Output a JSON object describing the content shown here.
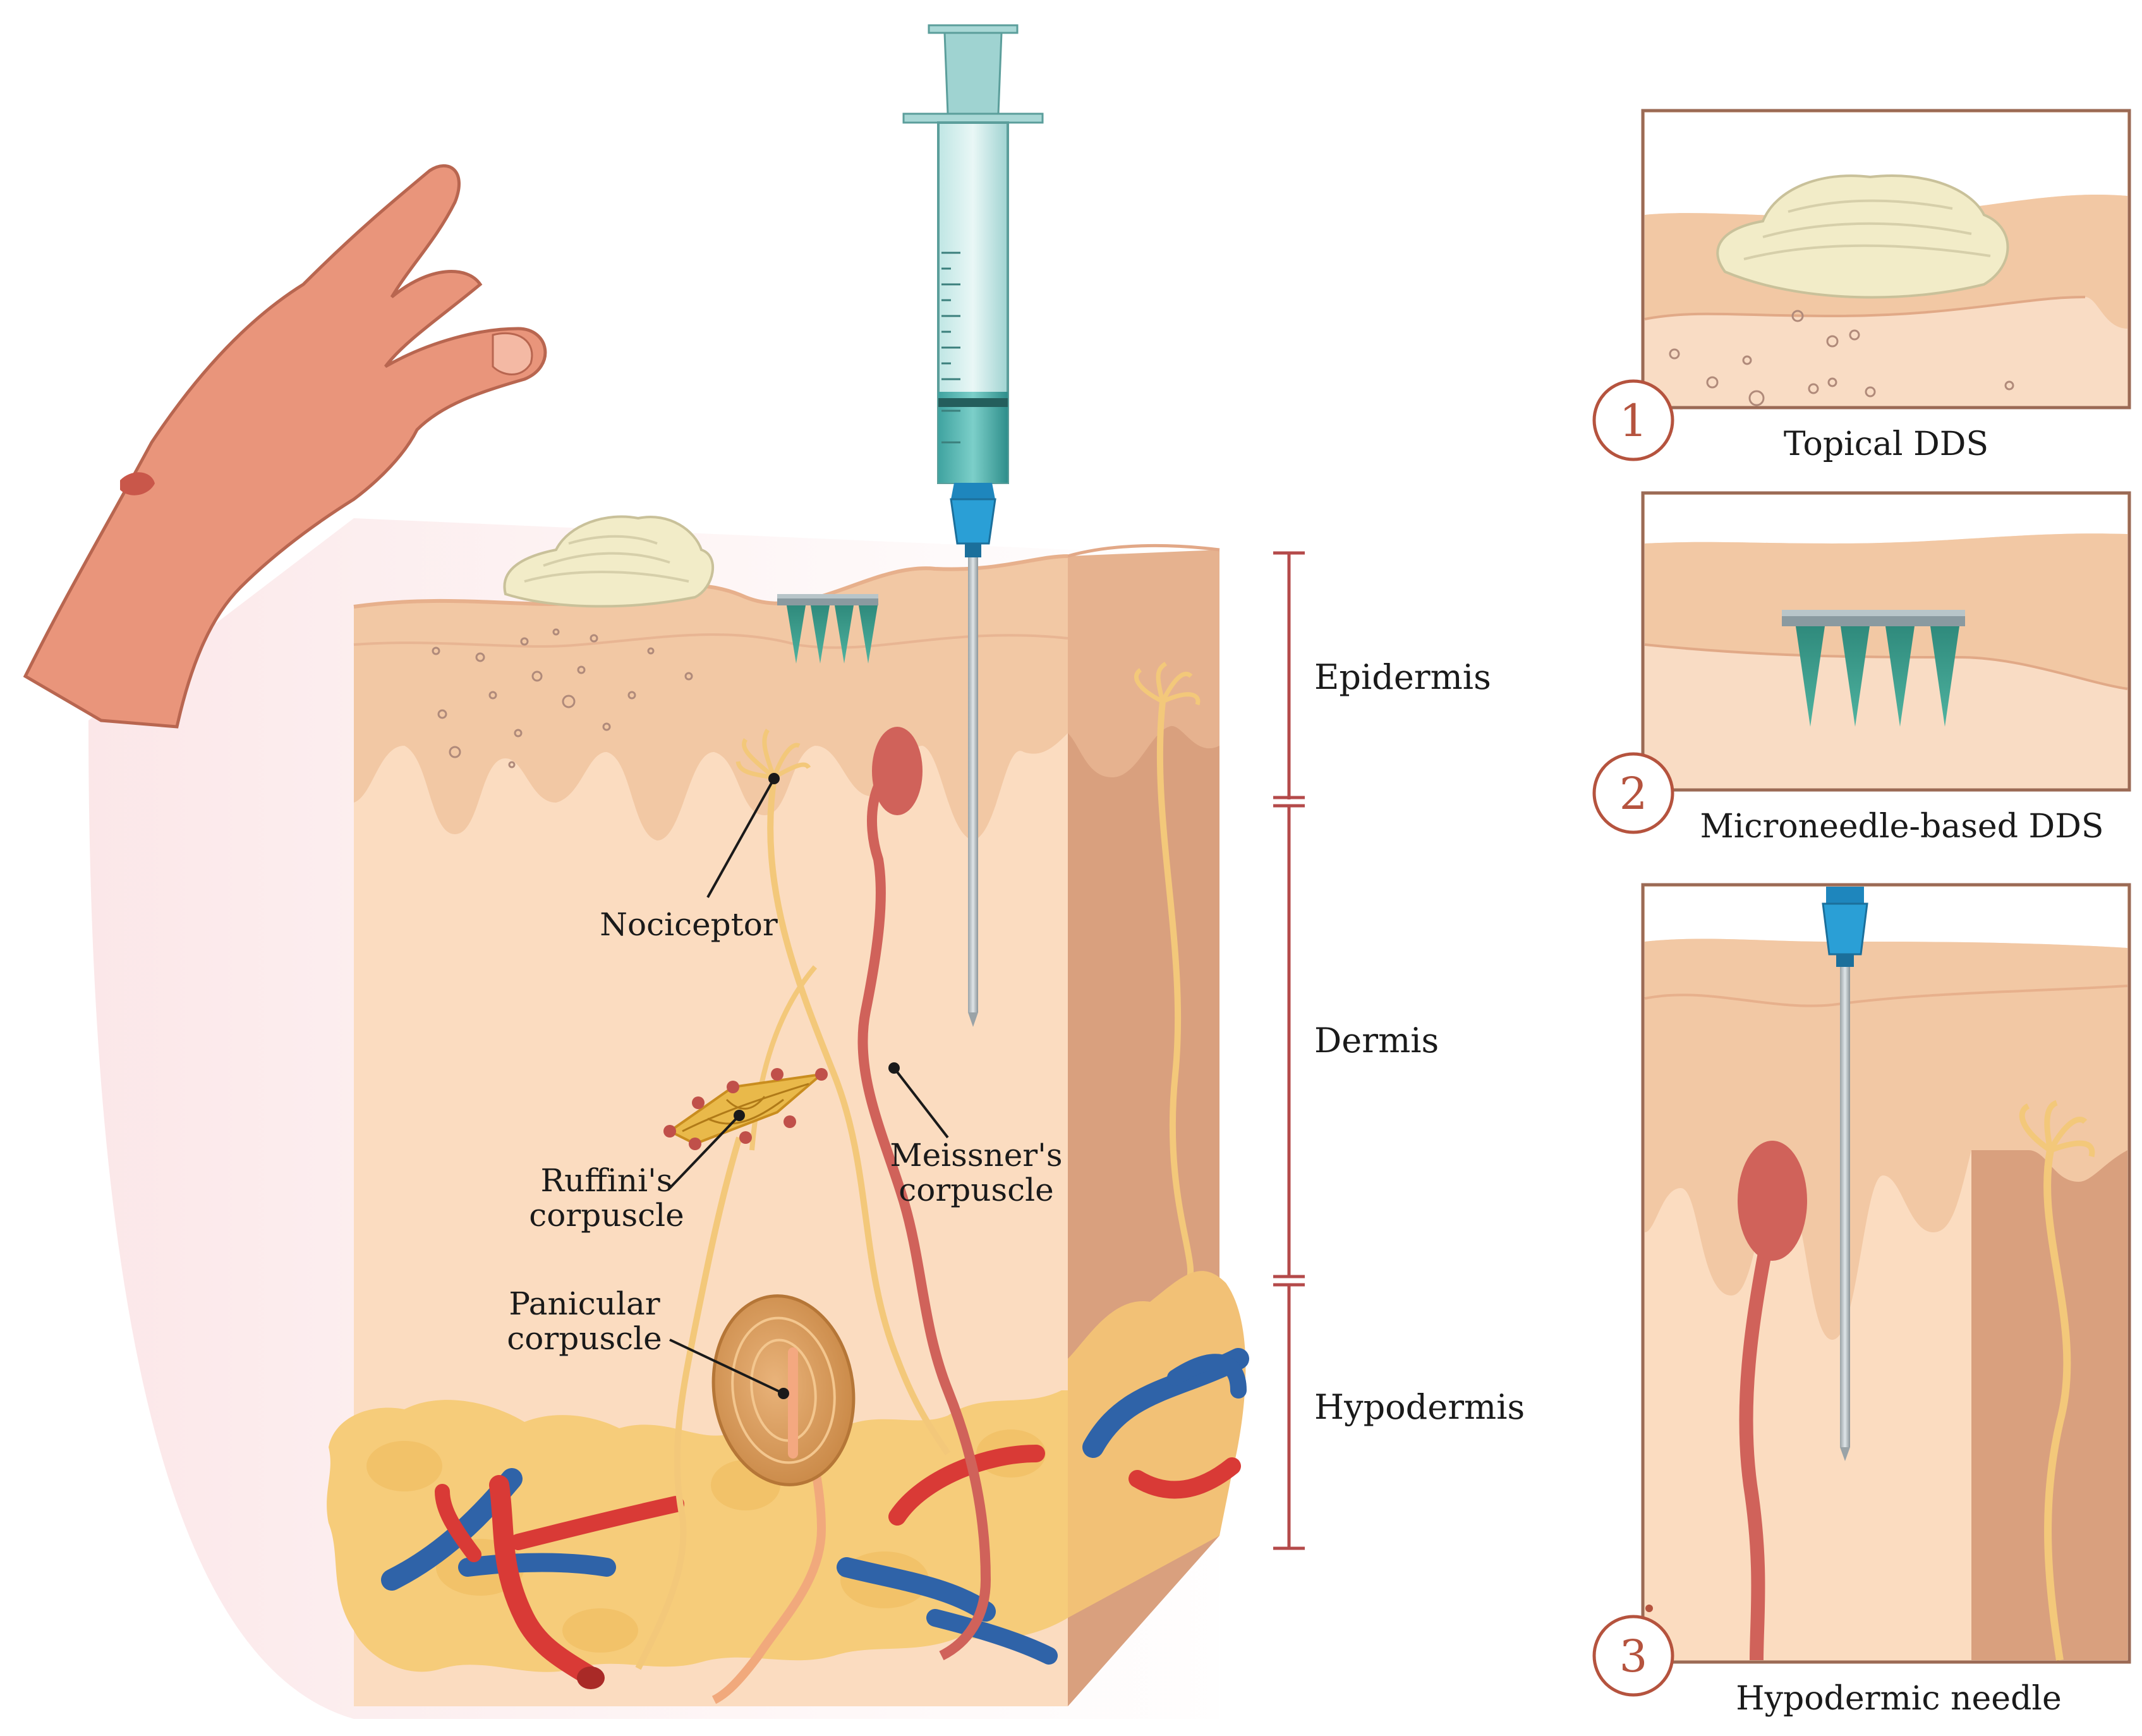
{
  "layers": {
    "epidermis": "Epidermis",
    "dermis": "Dermis",
    "hypodermis": "Hypodermis"
  },
  "structures": {
    "nociceptor": "Nociceptor",
    "ruffini_line1": "Ruffini's",
    "ruffini_line2": "corpuscle",
    "meissner_line1": "Meissner's",
    "meissner_line2": "corpuscle",
    "panicular_line1": "Panicular",
    "panicular_line2": "corpuscle"
  },
  "panels": [
    {
      "number": "1",
      "caption": "Topical DDS"
    },
    {
      "number": "2",
      "caption": "Microneedle-based DDS"
    },
    {
      "number": "3",
      "caption": "Hypodermic needle"
    }
  ],
  "colors": {
    "epidermis": "#f2c8a4",
    "dermis": "#fbdcc0",
    "dermis_side": "#d9a07e",
    "fat": "#f6cc7a",
    "artery": "#d93a36",
    "vein": "#2f63a8",
    "nerve": "#f3c87a",
    "meissner": "#d0625a",
    "syringe": "#8fcfcf",
    "needle_hub": "#2a9fd6",
    "cream": "#f2ecc8",
    "scale_bar": "#b44a4a",
    "skin_hand": "#e8937a"
  },
  "icons": [
    "hand-illustration",
    "syringe-icon",
    "microneedle-patch-icon",
    "cream-icon"
  ]
}
